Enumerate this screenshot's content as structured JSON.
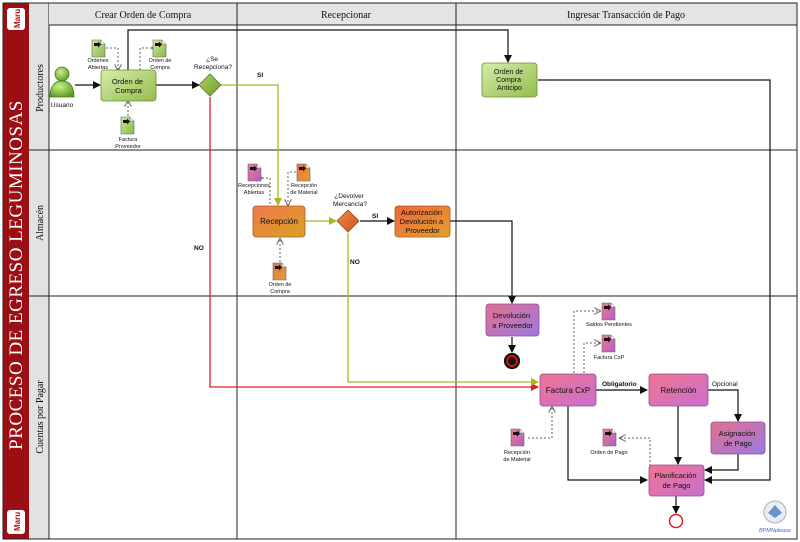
{
  "process_title": "PROCESO DE EGRESO LEGUMINOSAS",
  "logo_text": "Maru",
  "watermark_text": "BPMNplease",
  "columns": [
    "Crear Orden de Compra",
    "Recepcionar",
    "Ingresar Transacción de Pago"
  ],
  "lanes": [
    "Productores",
    "Almacén",
    "Cuentas por Pagar"
  ],
  "actor": "Usuario",
  "tasks": {
    "orden_compra": [
      "Orden de",
      "Compra"
    ],
    "orden_anticipo": [
      "Orden de",
      "Compra",
      "Anticipo"
    ],
    "recepcion": [
      "Recepción"
    ],
    "autorizacion": [
      "Autorización",
      "Devolución a",
      "Proveedor"
    ],
    "devolucion": [
      "Devolución",
      "a Proveedor"
    ],
    "factura": [
      "Factura CxP"
    ],
    "retencion": [
      "Retención"
    ],
    "asignacion": [
      "Asignación",
      "de Pago"
    ],
    "planificacion": [
      "Planificación",
      "de Pago"
    ]
  },
  "gateways": {
    "se_recepciona": [
      "¿Se",
      "Recepciona?"
    ],
    "devolver": [
      "¿Devolver",
      "Mercancía?"
    ]
  },
  "documents": {
    "ordenes_abiertas": [
      "Ordenes",
      "Abiertas"
    ],
    "orden_compra_doc": [
      "Orden de",
      "Compra"
    ],
    "factura_proveedor": [
      "Factura",
      "Proveedor"
    ],
    "recepciones_abiertas": [
      "Recepciones",
      "Abiertas"
    ],
    "recepcion_material": [
      "Recepción",
      "de Material"
    ],
    "orden_compra_doc2": [
      "Orden de",
      "Compra"
    ],
    "saldos_pendientes": [
      "Saldos Pendientes"
    ],
    "factura_cxp_doc": [
      "Factura CxP"
    ],
    "recepcion_material2": [
      "Recepción",
      "de Material"
    ],
    "orden_pago": [
      "Orden de Pago"
    ]
  },
  "flow_labels": {
    "si_1": "SI",
    "no_1": "NO",
    "si_2": "SI",
    "no_2": "NO",
    "obligatorio": "Obligatorio",
    "opcional": "Opcional"
  },
  "colors": {
    "green_task": "#b5d67a",
    "orange_task": "#e8733a",
    "pink_task": "#e56b86",
    "purple_task": "#a07ad8",
    "gateway": "#8ab04a",
    "title_bar": "#9b0e14",
    "green_flow": "#a9b820",
    "red_flow": "#e02020"
  }
}
